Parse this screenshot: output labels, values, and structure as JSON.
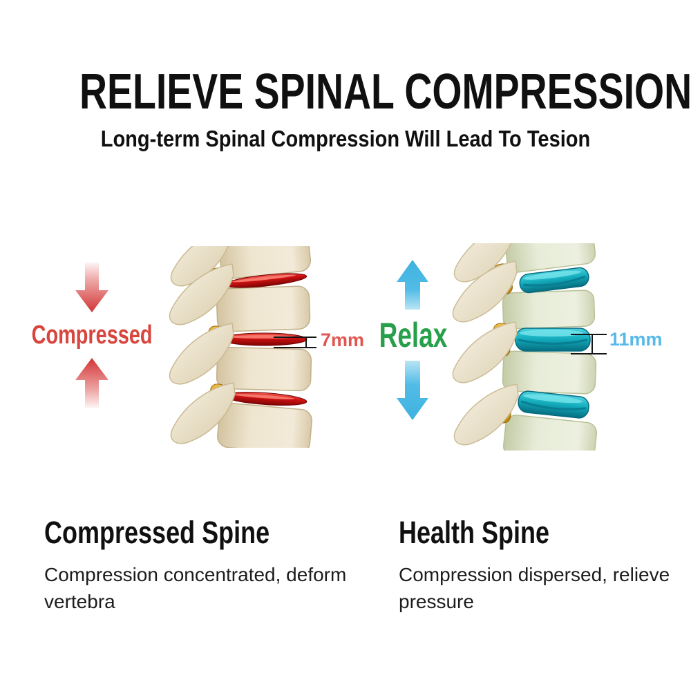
{
  "header": {
    "title": "RELIEVE SPINAL COMPRESSION",
    "subtitle": "Long-term Spinal Compression Will Lead To Tesion"
  },
  "comparison": {
    "left": {
      "label": "Compressed",
      "measurement": "7mm",
      "arrow_icons": [
        "red-down-arrow",
        "red-up-arrow"
      ],
      "illustration": "spine-with-thin-red-compressed-discs"
    },
    "right": {
      "label": "Relax",
      "measurement": "11mm",
      "arrow_icons": [
        "blue-up-arrow",
        "blue-down-arrow"
      ],
      "illustration": "spine-with-thick-teal-relaxed-discs"
    }
  },
  "footer": {
    "left": {
      "heading": "Compressed Spine",
      "description": "Compression concentrated, deform vertebra"
    },
    "right": {
      "heading": "Health Spine",
      "description": "Compression dispersed, relieve pressure"
    }
  },
  "colors": {
    "title": "#101010",
    "body-text": "#1c1c1c",
    "compressed-red": "#d8453e",
    "relax-green": "#28a04b",
    "arrow-red": "#d73d3a",
    "arrow-blue": "#45b5e2",
    "measure-red": "#e05752",
    "measure-blue": "#57b9e8",
    "bracket": "#151515",
    "disc-red": "#d01212",
    "disc-teal": "#14aebe",
    "bone-cream": "#ebe1c9",
    "bone-sage": "#e2e8d2",
    "nerve-gold": "#e2a016"
  }
}
